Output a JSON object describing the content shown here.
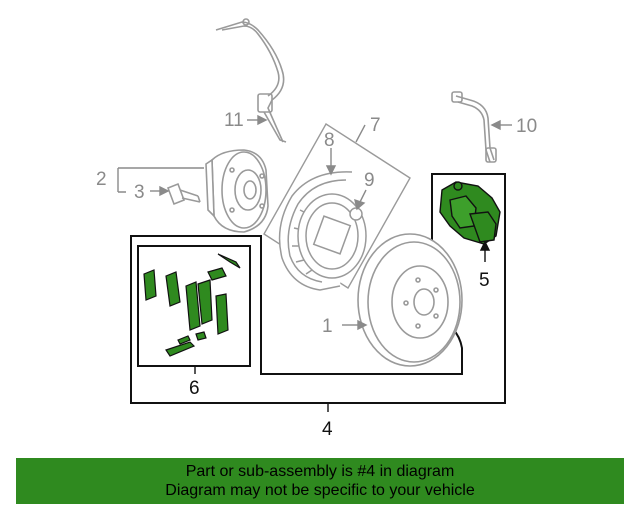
{
  "callouts": {
    "c1": "1",
    "c2": "2",
    "c3": "3",
    "c4": "4",
    "c5": "5",
    "c6": "6",
    "c7": "7",
    "c8": "8",
    "c9": "9",
    "c10": "10",
    "c11": "11"
  },
  "banner": {
    "line1": "Part or sub-assembly is #4 in diagram",
    "line2": "Diagram may not be specific to your vehicle"
  },
  "colors": {
    "highlight_green": "#2f8a1f",
    "part_outline_grey": "#9a9a9a",
    "assembly_outline": "#111111"
  }
}
